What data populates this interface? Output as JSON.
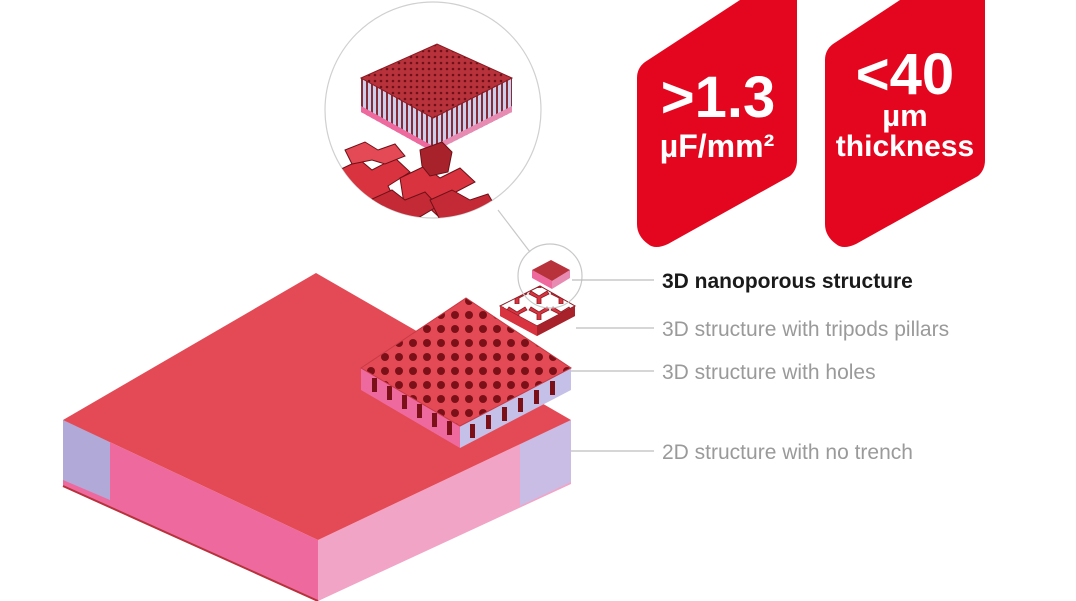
{
  "badges": {
    "capacitance": {
      "value": ">1.3",
      "unit": "µF/mm²"
    },
    "thickness": {
      "value": "<40",
      "unit": "µm",
      "caption": "thickness"
    }
  },
  "labels": {
    "nanoporous": "3D nanoporous structure",
    "tripods": "3D structure with tripods pillars",
    "holes": "3D structure with holes",
    "no_trench": "2D structure with no trench"
  },
  "colors": {
    "brand_red": "#e4061f",
    "top_surface": "#e44a55",
    "side_pink": "#ee6a9e",
    "side_light": "#f2a4c6",
    "side_lavender": "#aab0dd",
    "label_gray": "#9a9a9a",
    "label_active": "#1a1a1a"
  }
}
